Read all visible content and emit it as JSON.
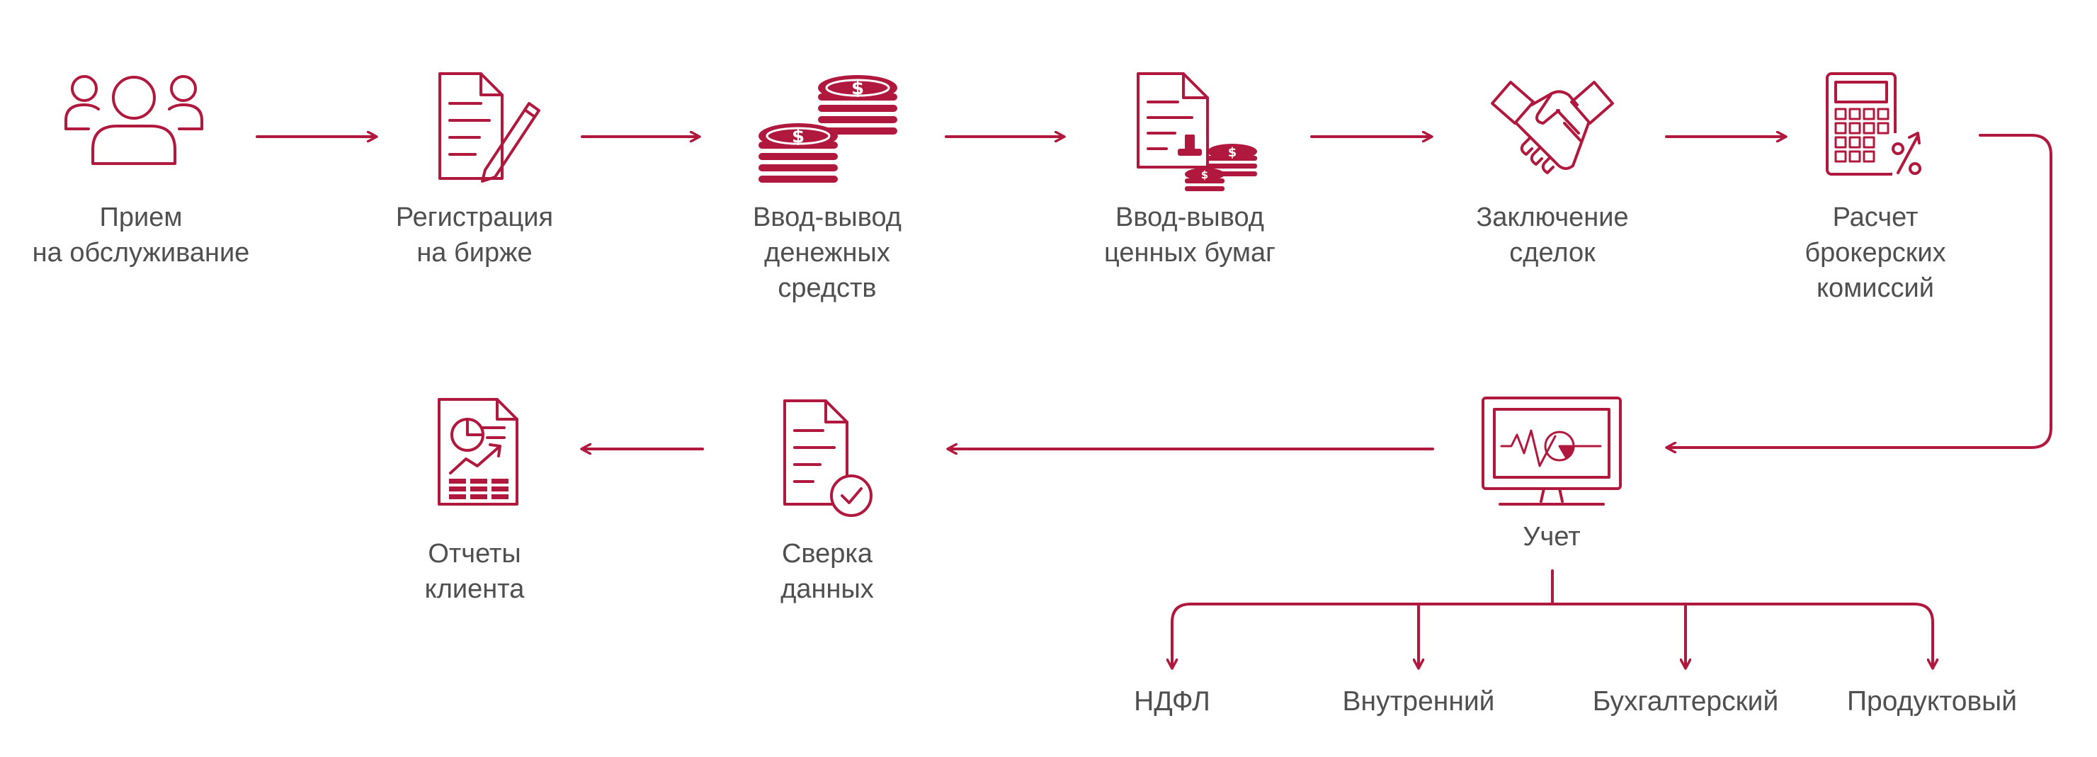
{
  "accent_color": "#b0193d",
  "text_color": "#4f4f4f",
  "steps": [
    {
      "icon": "users-icon",
      "lines": [
        "Прием",
        "на обслуживание"
      ]
    },
    {
      "icon": "document-pen-icon",
      "lines": [
        "Регистрация",
        "на бирже"
      ]
    },
    {
      "icon": "coins-icon",
      "lines": [
        "Ввод-вывод",
        "денежных",
        "средств"
      ]
    },
    {
      "icon": "document-stamp-coins-icon",
      "lines": [
        "Ввод-вывод",
        "ценных бумаг"
      ]
    },
    {
      "icon": "handshake-icon",
      "lines": [
        "Заключение",
        "сделок"
      ]
    },
    {
      "icon": "calculator-percent-icon",
      "lines": [
        "Расчет",
        "брокерских",
        "комиссий"
      ]
    },
    {
      "icon": "monitor-chart-icon",
      "lines": [
        "Учет"
      ]
    },
    {
      "icon": "document-check-icon",
      "lines": [
        "Сверка",
        "данных"
      ]
    },
    {
      "icon": "document-chart-icon",
      "lines": [
        "Отчеты",
        "клиента"
      ]
    }
  ],
  "accounting_branches": [
    "НДФЛ",
    "Внутренний",
    "Бухгалтерский",
    "Продуктовый"
  ]
}
